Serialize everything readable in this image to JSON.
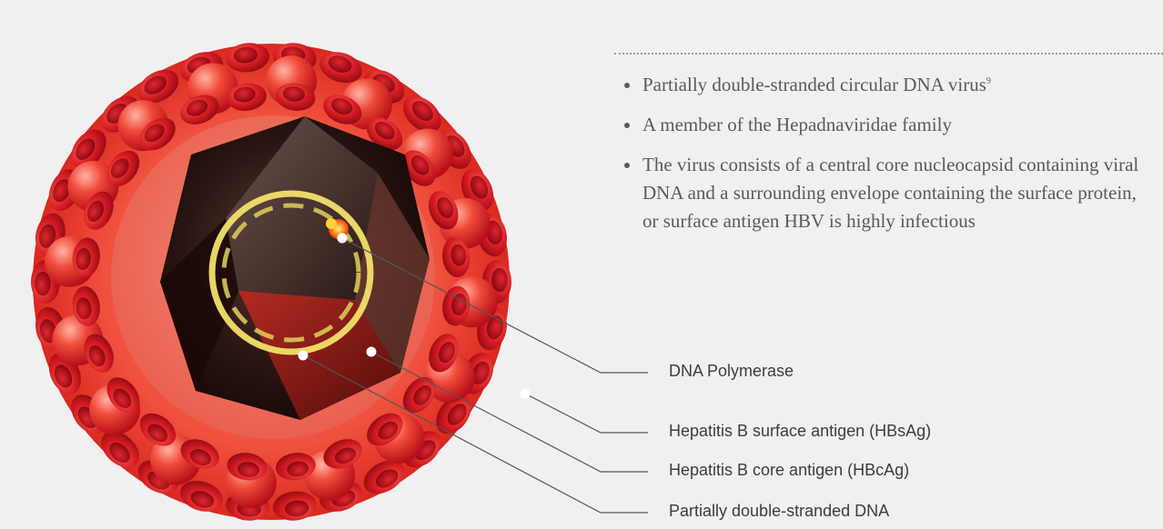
{
  "facts": [
    {
      "text": "Partially double-stranded circular DNA virus",
      "sup": "9"
    },
    {
      "text": "A member of the Hepadnaviridae family",
      "sup": ""
    },
    {
      "text": "The virus consists of a central core nucleocapsid containing viral DNA and a surrounding envelope containing the surface protein, or surface antigen HBV is highly infectious",
      "sup": ""
    }
  ],
  "callouts": {
    "polymerase": "DNA Polymerase",
    "hbsag": "Hepatitis B surface antigen (HBsAg)",
    "hbcag": "Hepatitis B core antigen (HBcAg)",
    "dna": "Partially double-stranded DNA"
  },
  "colors": {
    "background": "#f0f0f0",
    "envelope": "#f05a4a",
    "spike": "#c0141e",
    "capsid": "#2a1512",
    "dna_ring": "#f2e06a",
    "polymerase": "#ff8a1a",
    "text": "#5a5a5a",
    "leader": "#555555"
  }
}
